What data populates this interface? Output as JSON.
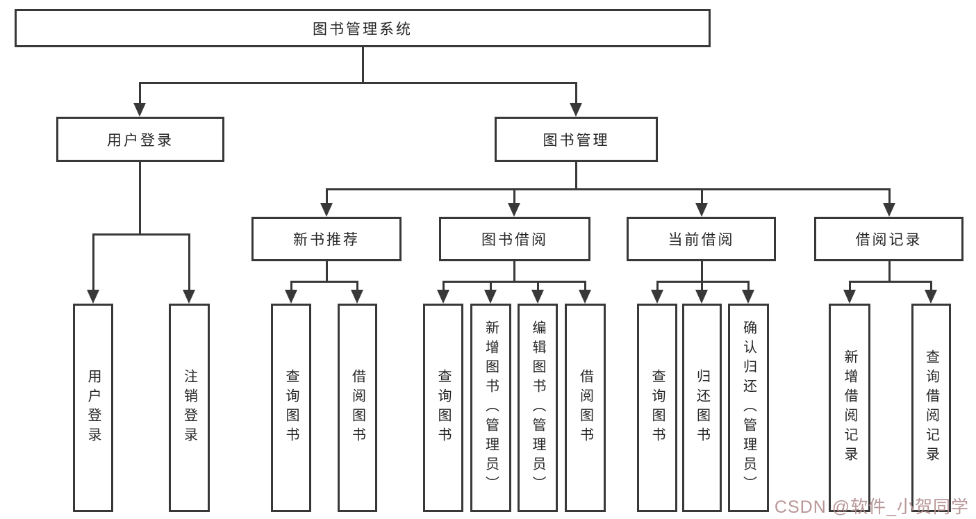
{
  "diagram": {
    "type": "hierarchy-tree",
    "orientation": "top-down",
    "colors": {
      "background": "#ffffff",
      "box_fill": "#ffffff",
      "line": "#383838",
      "text": "#262626",
      "watermark": "#b28e90"
    }
  },
  "tree": {
    "label": "图书管理系统",
    "children": [
      {
        "label": "用户登录",
        "children": [
          {
            "label": "用户登录"
          },
          {
            "label": "注销登录"
          }
        ]
      },
      {
        "label": "图书管理",
        "children": [
          {
            "label": "新书推荐",
            "children": [
              {
                "label": "查询图书"
              },
              {
                "label": "借阅图书"
              }
            ]
          },
          {
            "label": "图书借阅",
            "children": [
              {
                "label": "查询图书"
              },
              {
                "label": "新增图书（管理员）"
              },
              {
                "label": "编辑图书（管理员）"
              },
              {
                "label": "借阅图书"
              }
            ]
          },
          {
            "label": "当前借阅",
            "children": [
              {
                "label": "查询图书"
              },
              {
                "label": "归还图书"
              },
              {
                "label": "确认归还（管理员）"
              }
            ]
          },
          {
            "label": "借阅记录",
            "children": [
              {
                "label": "新增借阅记录"
              },
              {
                "label": "查询借阅记录"
              }
            ]
          }
        ]
      }
    ]
  },
  "watermark": {
    "text": "CSDN @软件_小贺同学"
  }
}
